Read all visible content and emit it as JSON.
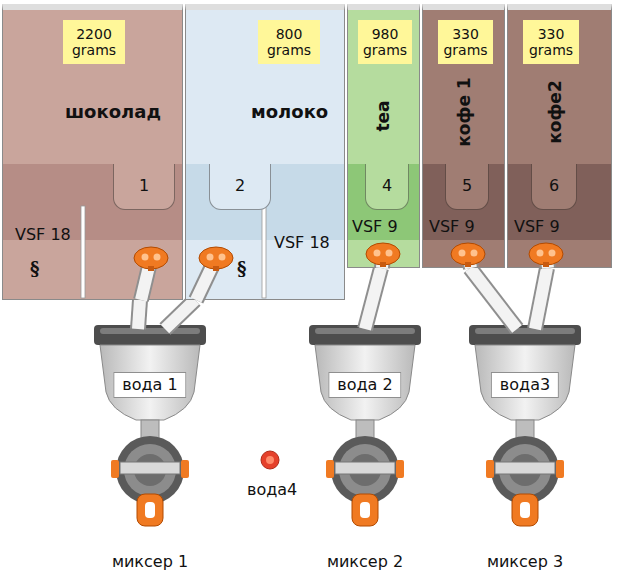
{
  "diagram": {
    "nodes": [
      {
        "text": [
          "шоколад",
          "VSF 18"
        ]
      },
      {
        "text": [
          "2200 grams"
        ],
        "in": 0
      },
      {
        "text": [
          "1"
        ],
        "in": 0
      },
      {
        "text": [
          "молоко",
          "VSF 18"
        ]
      },
      {
        "text": [
          "800 grams"
        ],
        "in": 3
      },
      {
        "text": [
          "2"
        ],
        "in": 3
      },
      {
        "text": [
          "tea",
          "VSF 9"
        ]
      },
      {
        "text": [
          "980 grams"
        ],
        "in": 6
      },
      {
        "text": [
          "4"
        ],
        "in": 6
      },
      {
        "text": [
          "кофе 1",
          "VSF 9"
        ]
      },
      {
        "text": [
          "330 grams"
        ],
        "in": 9
      },
      {
        "text": [
          "5"
        ],
        "in": 9
      },
      {
        "text": [
          "кофе2",
          "VSF 9"
        ]
      },
      {
        "text": [
          "330 grams"
        ],
        "in": 12
      },
      {
        "text": [
          "6"
        ],
        "in": 12
      },
      {
        "text": [
          "миксер 1"
        ]
      },
      {
        "text": [
          "вода 1"
        ],
        "in": 15
      },
      {
        "text": [
          "миксер 2"
        ]
      },
      {
        "text": [
          "вода 2"
        ],
        "in": 17
      },
      {
        "text": [
          "миксер 3"
        ]
      },
      {
        "text": [
          "вода3"
        ],
        "in": 19
      }
    ],
    "edges": [
      {
        "from": 0,
        "to": 15,
        "arrow": "none"
      },
      {
        "from": 3,
        "to": 15,
        "arrow": "none"
      },
      {
        "from": 6,
        "to": 17,
        "arrow": "none"
      },
      {
        "from": 9,
        "to": 19,
        "arrow": "none"
      },
      {
        "from": 12,
        "to": 19,
        "arrow": "none"
      }
    ],
    "labels": [
      "§",
      "§",
      "вода4"
    ]
  }
}
